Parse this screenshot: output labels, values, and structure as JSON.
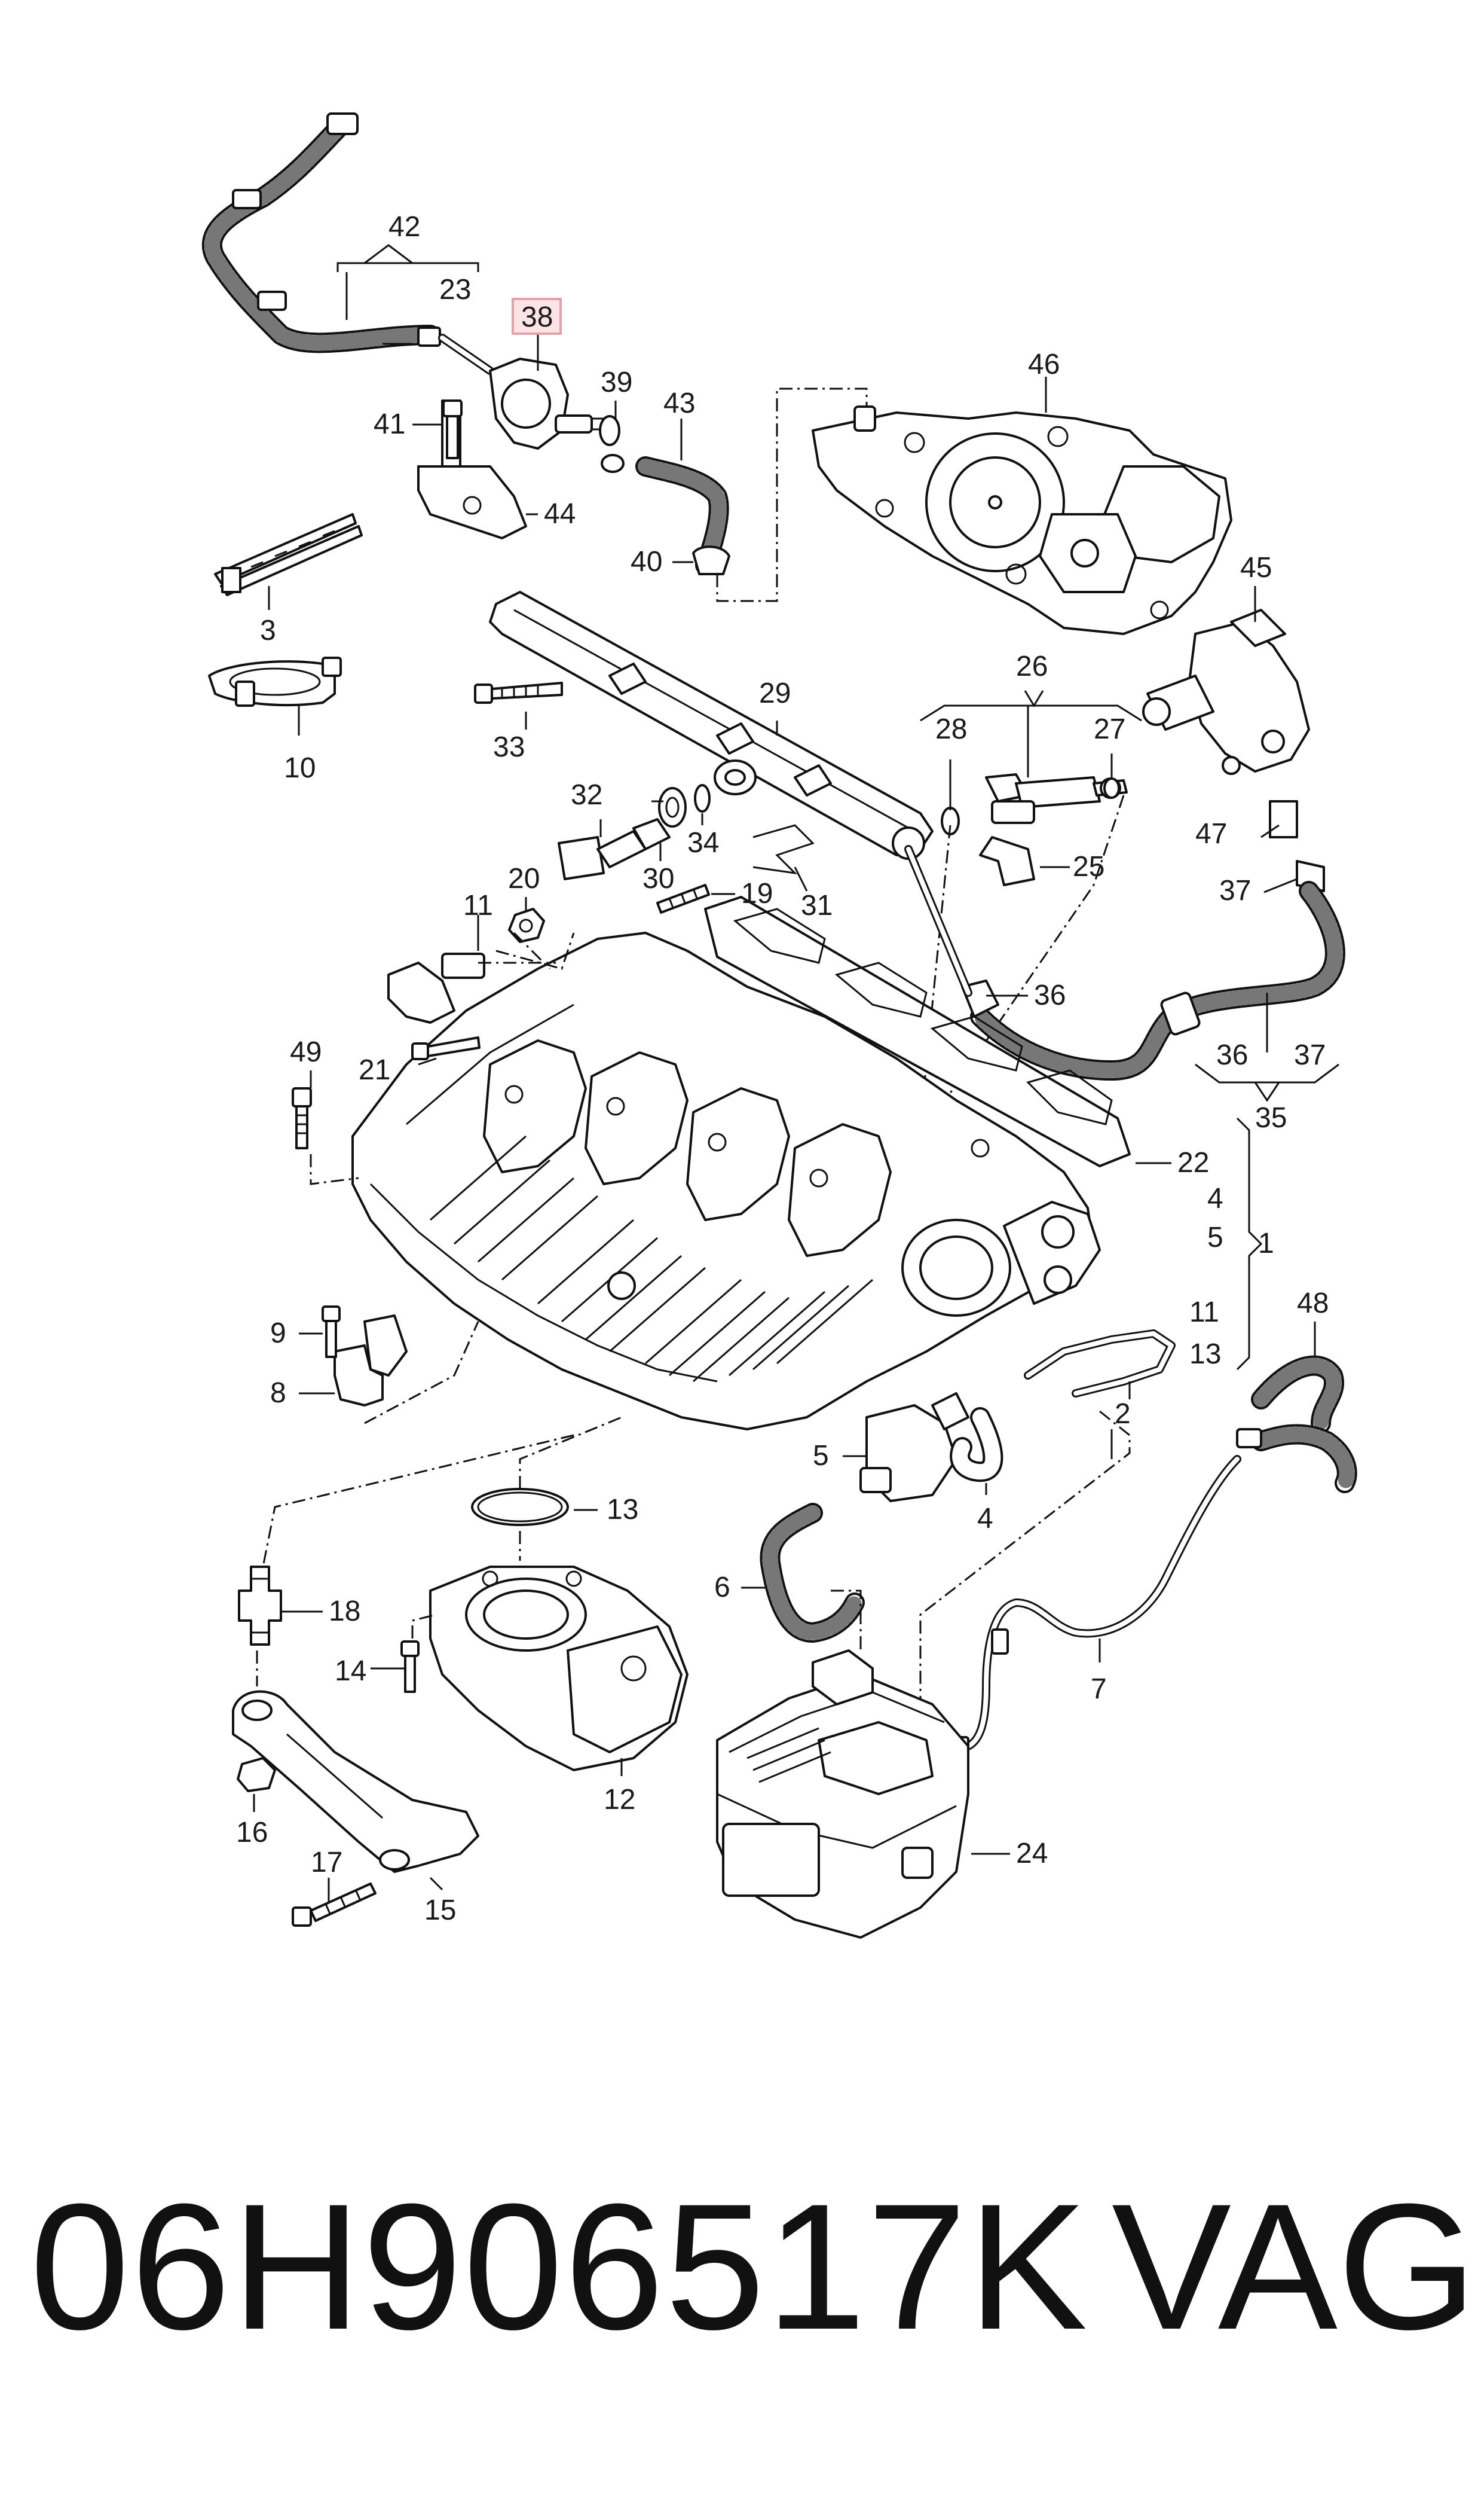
{
  "callouts": {
    "c1": "1",
    "c2": "2",
    "c3": "3",
    "c4a": "4",
    "c4b": "4",
    "c5a": "5",
    "c5b": "5",
    "c6": "6",
    "c7": "7",
    "c8": "8",
    "c9": "9",
    "c10": "10",
    "c11a": "11",
    "c11b": "11",
    "c12": "12",
    "c13a": "13",
    "c13b": "13",
    "c14": "14",
    "c15": "15",
    "c16": "16",
    "c17": "17",
    "c18": "18",
    "c19": "19",
    "c20": "20",
    "c21": "21",
    "c22": "22",
    "c23": "23",
    "c24": "24",
    "c25": "25",
    "c26": "26",
    "c27": "27",
    "c28": "28",
    "c29": "29",
    "c30": "30",
    "c31": "31",
    "c32": "32",
    "c33": "33",
    "c34": "34",
    "c35": "35",
    "c36a": "36",
    "c36b": "36",
    "c37a": "37",
    "c37b": "37",
    "c38": "38",
    "c39": "39",
    "c40": "40",
    "c41": "41",
    "c42": "42",
    "c43": "43",
    "c44": "44",
    "c45": "45",
    "c46": "46",
    "c47": "47",
    "c48": "48",
    "c49": "49"
  },
  "highlight": {
    "callout": "38",
    "color": "#e8a0a8",
    "fill": "#fbe3e6"
  },
  "footer": {
    "part_number": "06H906517K",
    "brand": "VAG"
  }
}
